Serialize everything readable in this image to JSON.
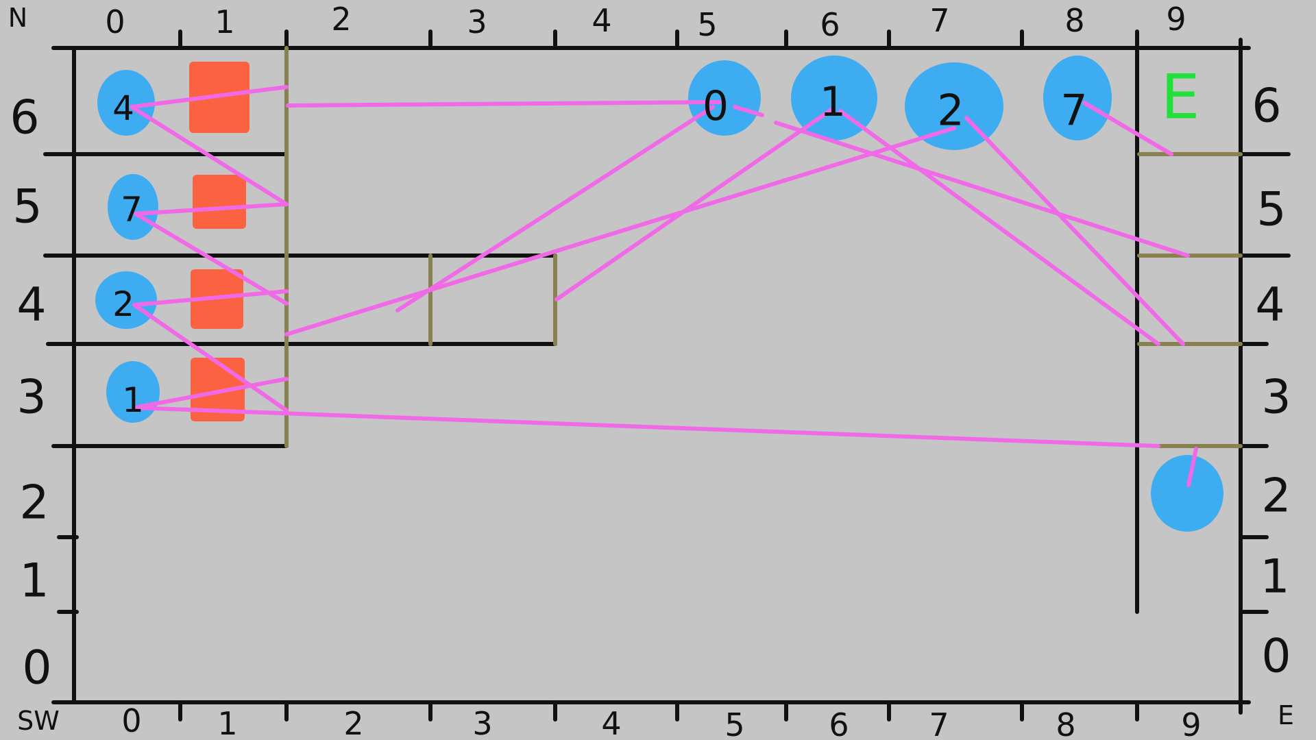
{
  "colors": {
    "background": "#c5c5c5",
    "line": "#111111",
    "olive": "#8a8150",
    "blue": "#3eacf0",
    "orange": "#fa6242",
    "pink": "#f06ae8",
    "green": "#22e03a"
  },
  "corners": {
    "north": "N",
    "southwest": "SW",
    "east": "E"
  },
  "top_columns": [
    "0",
    "1",
    "2",
    "3",
    "4",
    "5",
    "6",
    "7",
    "8",
    "9"
  ],
  "bottom_columns": [
    "0",
    "1",
    "2",
    "3",
    "4",
    "5",
    "6",
    "7",
    "8",
    "9"
  ],
  "left_rows": [
    "6",
    "5",
    "4",
    "3",
    "2",
    "1",
    "0"
  ],
  "right_rows": [
    "6",
    "5",
    "4",
    "3",
    "2",
    "1",
    "0"
  ],
  "exit_label": "E",
  "left_tokens": [
    "4",
    "7",
    "2",
    "1"
  ],
  "top_tokens": [
    "0",
    "1",
    "2",
    "7"
  ]
}
